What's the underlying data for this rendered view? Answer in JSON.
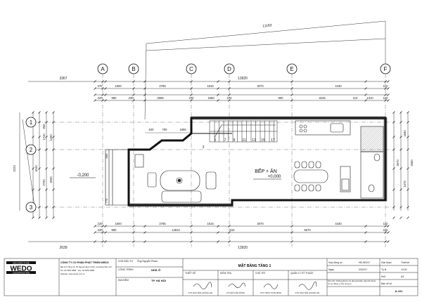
{
  "axes_columns": [
    "A",
    "B",
    "C",
    "D",
    "E",
    "F"
  ],
  "axes_rows": [
    "1",
    "2",
    "3"
  ],
  "top_overall": "11183",
  "top_row1": [
    "3367",
    "13920"
  ],
  "top_row2": [
    "270",
    "1600",
    "2785",
    "1815",
    "3070",
    "4430",
    "110"
  ],
  "top_row3": [
    "220",
    "980",
    "230",
    "2965",
    "270",
    "1580",
    "270",
    "800",
    "3225",
    "110",
    "1310",
    "110"
  ],
  "inner_dims": [
    "620",
    "700",
    "1865"
  ],
  "stairs": [
    "3",
    "5",
    "7",
    "9",
    "11",
    "13",
    "15",
    "17"
  ],
  "bottom_row1": [
    "220",
    "1600",
    "2785",
    "1815",
    "3070",
    "4430",
    "110"
  ],
  "bottom_row2": [
    "220",
    "980",
    "13810",
    "310",
    "5670",
    "110"
  ],
  "bottom_overall_row": [
    "2639",
    "13920"
  ],
  "left_dims": [
    "2223",
    "4040",
    "850",
    "1740",
    "2700",
    "1450",
    "3000",
    "770",
    "650"
  ],
  "right_dims": [
    "3570",
    "1830",
    "1570",
    "3350"
  ],
  "level_left": "-0,200",
  "room_label": "BẾP + ĂN",
  "room_level": "+0,000",
  "drawing_title": "MẶT BẰNG TẦNG 1",
  "title_block": {
    "logo_top": "ARCHITECTURE",
    "logo_main": "WEDO",
    "logo_bottom": "CONSTRUCTION",
    "company": "CÔNG TY CỔ PHẦN PHÁT TRIỂN WEDO",
    "address": "Địa chỉ: Tầng 10, 30 Nguyễn Đức Cảnh, Q.Hoàng Mai, HN",
    "phone": "Tel: 04.6253 0888 · Fax: 04.6253 0889",
    "web": "Website: www.wedo.com.vn",
    "owner_lbl": "CHỦ ĐẦU TƯ",
    "owner": "Ông Nguyễn Phạm",
    "project_lbl": "CÔNG TRÌNH",
    "project": "NHÀ Ở",
    "location_lbl": "ĐỊA ĐIỂM",
    "location": "TP. HÀ NỘI",
    "design_lbl": "THIẾT KẾ",
    "checked_lbl": "KIỂM TRA",
    "director_lbl": "CHỦ TRÌ",
    "manager_lbl": "QUẢN LÝ KỸ THUẬT",
    "designer": "KTS NGUYỄN HOÀNG HẢI",
    "checker": "KTS ĐỖ LÂM DŨNG",
    "director": "KTS TRẦN TUẤN MINH",
    "manager": "KTS NGUYỄN HOÀNG HẢI",
    "contract_lbl": "Hợp đồng số",
    "contract": "HĐ-WD/17",
    "phase_lbl": "Giai đoạn",
    "phase": "Thiết kế",
    "date_lbl": "Ngày",
    "date": "03/2017",
    "scale_lbl": "Tỷ lệ",
    "scale": "1/100",
    "size_lbl": "Khổ",
    "size": "A3",
    "sheet_lbl": "Bản vẽ số",
    "sheet_no": "A-101",
    "note": "Ghi chú: Không được sử dụng tài liệu này khi chưa có sự đồng ý của công ty"
  }
}
